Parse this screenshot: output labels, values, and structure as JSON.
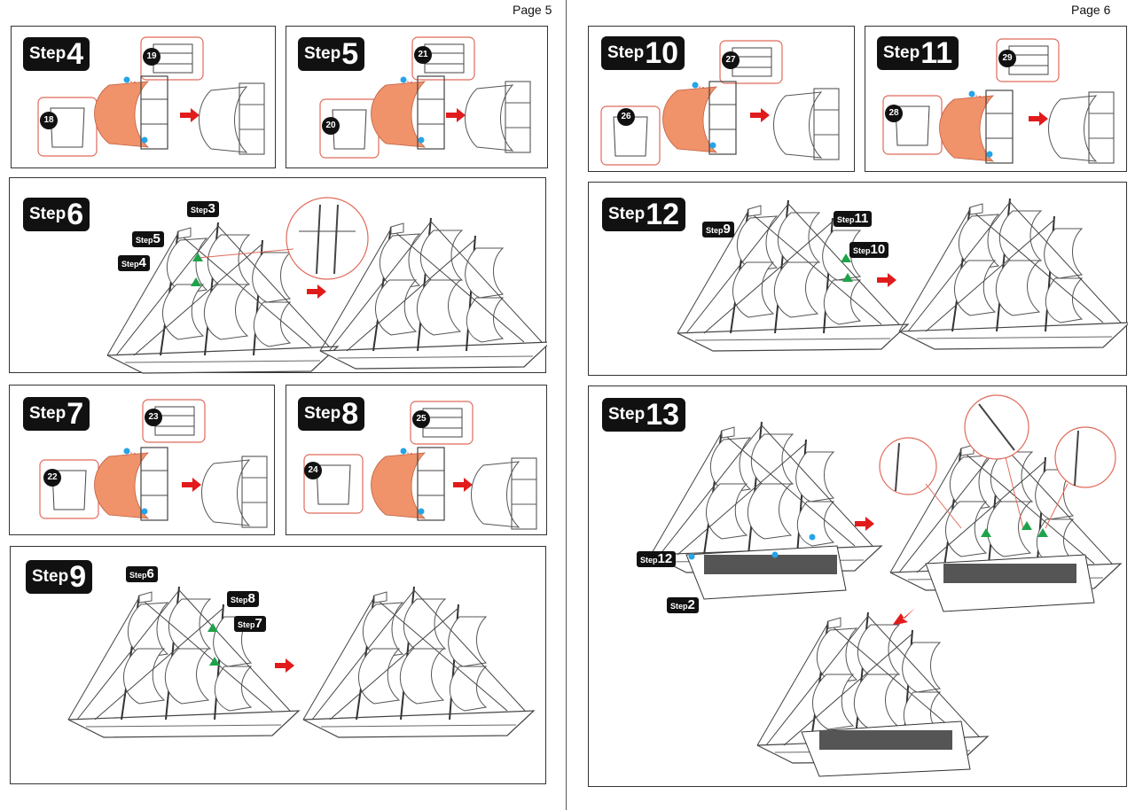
{
  "pages": {
    "left": "Page 5",
    "right": "Page 6"
  },
  "step_word": "Step",
  "steps": {
    "s4": "4",
    "s5": "5",
    "s6": "6",
    "s7": "7",
    "s8": "8",
    "s9": "9",
    "s10": "10",
    "s11": "11",
    "s12": "12",
    "s13": "13"
  },
  "callouts": {
    "s6": [
      "3",
      "5",
      "4"
    ],
    "s9": [
      "6",
      "8",
      "7"
    ],
    "s12": [
      "9",
      "11",
      "10"
    ],
    "s13": [
      "12",
      "2"
    ]
  },
  "parts": {
    "s4": [
      "19",
      "18"
    ],
    "s5": [
      "21",
      "20"
    ],
    "s7": [
      "23",
      "22"
    ],
    "s8": [
      "25",
      "24"
    ],
    "s10": [
      "27",
      "26"
    ],
    "s11": [
      "29",
      "28"
    ]
  },
  "colors": {
    "sail": "#f0926a",
    "arrow": "#e11b1b",
    "partbox": "#e06a5a",
    "dot": "#27a3e8",
    "tri": "#1fa24a"
  }
}
